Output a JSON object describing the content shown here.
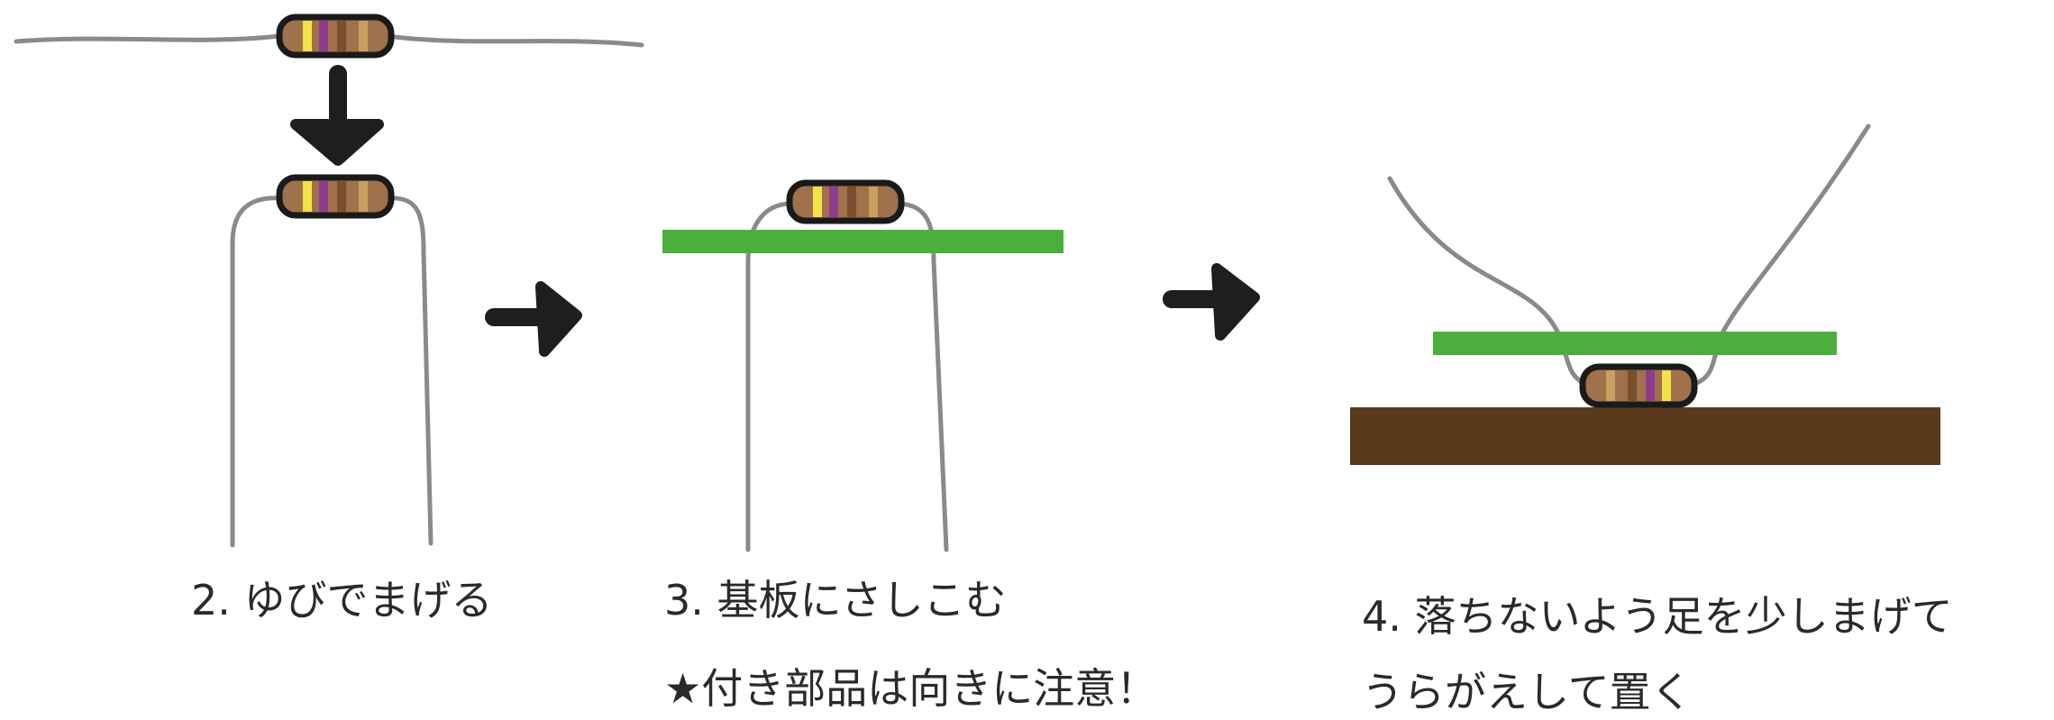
{
  "steps": [
    {
      "caption": "2. ゆびでまげる"
    },
    {
      "caption": "3. 基板にさしこむ",
      "note": "★付き部品は向きに注意！"
    },
    {
      "caption": "4. 落ちないよう足を少しまげて",
      "caption_line2": "うらがえして置く"
    }
  ],
  "colors": {
    "lead_wire": "#8a8a8a",
    "resistor_body": "#a0714a",
    "resistor_outline": "#1a1a1a",
    "band_yellow": "#f2e24a",
    "band_purple": "#8e3b8e",
    "band_brown": "#7a4f30",
    "band_gold": "#c8a060",
    "board_green": "#4caf3d",
    "surface_brown": "#5a3a1c",
    "arrow": "#1e1e1e",
    "caption_text": "#2a2a2a"
  },
  "icons": [
    "resistor-icon",
    "arrow-down-icon",
    "arrow-right-icon",
    "pcb-board",
    "work-surface"
  ]
}
